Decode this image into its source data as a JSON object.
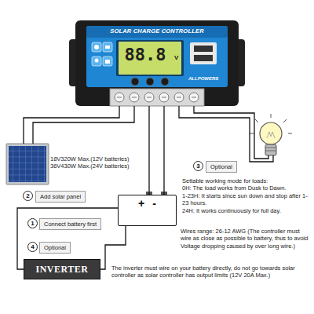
{
  "diagram": {
    "nodes": [
      {
        "text": [
          "SOLAR CHARGE CONTROLLER",
          "88.8",
          "V",
          "ALLPOWERS"
        ]
      },
      {
        "text": [
          "Optional"
        ]
      },
      {
        "text": [
          "Add solar panel"
        ]
      },
      {
        "text": [
          "+",
          "-"
        ]
      },
      {
        "text": [
          "Connect battery first"
        ]
      },
      {
        "text": [
          "Optional"
        ]
      },
      {
        "text": [
          "INVERTER"
        ]
      }
    ],
    "edges": [
      {
        "from": 0,
        "to": 3,
        "arrow": "none"
      },
      {
        "from": 0,
        "to": 3,
        "arrow": "none"
      },
      {
        "from": 3,
        "to": 6,
        "arrow": "none"
      },
      {
        "from": 3,
        "to": 6,
        "arrow": "none"
      }
    ],
    "labels": [
      "18V320W Max.(12V batteries)",
      "36V430W Max.(24V batteries)",
      "3",
      "2",
      "Settable working mode for loads:",
      "0H: The load works from Dusk to Dawn.",
      "1-23H: It starts since sun down and stop after 1-23 hours.",
      "24H: It works continuously for full day.",
      "1",
      "Wires range: 26-12 AWG (The controller must wire as close as possible to battery, thus to avoid Voltage dropping caused by over long wire.)",
      "4",
      "The inverter must wire on your battery directly, do not go towards solar controller as solar controller has output limits (12V 20A Max.)"
    ]
  }
}
